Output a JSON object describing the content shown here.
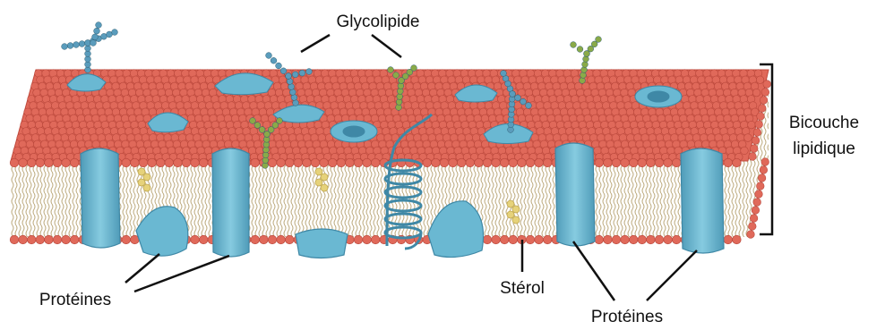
{
  "labels": {
    "glycolipide": "Glycolipide",
    "bicouche_line1": "Bicouche",
    "bicouche_line2": "lipidique",
    "proteines_left": "Protéines",
    "sterol": "Stérol",
    "proteines_right": "Protéines"
  },
  "colors": {
    "lipid_head": "#e0695a",
    "lipid_head_stroke": "#b8463a",
    "lipid_tail": "#c9b98c",
    "protein": "#6ab8d2",
    "protein_dark": "#4a94b0",
    "glyco_blue": "#5a9cbc",
    "glyco_green": "#8aaa48",
    "sterol": "#e6d27a"
  }
}
